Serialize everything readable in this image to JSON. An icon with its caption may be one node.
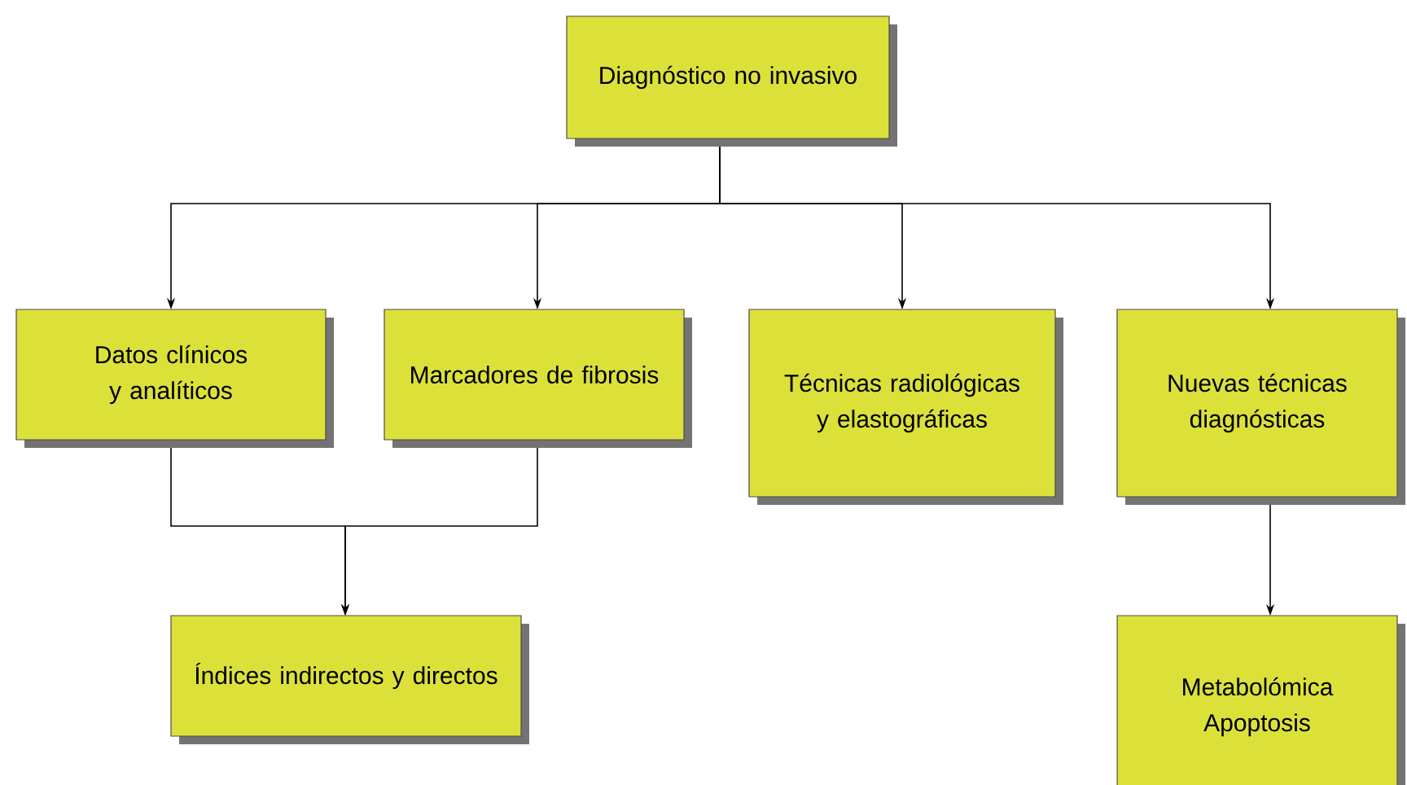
{
  "diagram": {
    "nodes": [
      {
        "text": [
          "Diagnóstico no invasivo"
        ]
      },
      {
        "text": [
          "Datos clínicos y analíticos"
        ]
      },
      {
        "text": [
          "Marcadores de fibrosis"
        ]
      },
      {
        "text": [
          "Técnicas radiológicas y elastográficas"
        ]
      },
      {
        "text": [
          "Nuevas técnicas diagnósticas"
        ]
      },
      {
        "text": [
          "Índices indirectos y directos"
        ]
      },
      {
        "text": [
          "Metabolómica Apoptosis"
        ]
      }
    ],
    "edges": [
      {
        "from": 0,
        "to": 1,
        "arrow": "to"
      },
      {
        "from": 0,
        "to": 2,
        "arrow": "to"
      },
      {
        "from": 0,
        "to": 3,
        "arrow": "to"
      },
      {
        "from": 0,
        "to": 4,
        "arrow": "to"
      },
      {
        "from": 1,
        "to": 5,
        "arrow": "to"
      },
      {
        "from": 2,
        "to": 5,
        "arrow": "to"
      },
      {
        "from": 4,
        "to": 6,
        "arrow": "to"
      }
    ]
  }
}
